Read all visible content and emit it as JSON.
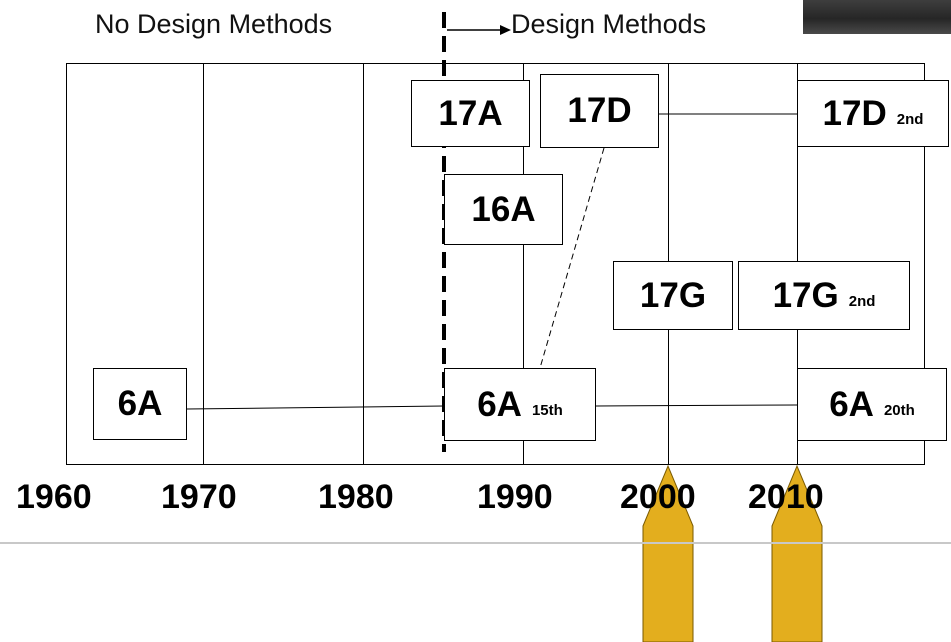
{
  "header": {
    "left_label": "No Design Methods",
    "right_label": "Design Methods"
  },
  "standards": [
    {
      "id": "17A",
      "edition": ""
    },
    {
      "id": "17D",
      "edition": ""
    },
    {
      "id": "17D",
      "edition": "2nd"
    },
    {
      "id": "16A",
      "edition": ""
    },
    {
      "id": "17G",
      "edition": ""
    },
    {
      "id": "17G",
      "edition": "2nd"
    },
    {
      "id": "6A",
      "edition": ""
    },
    {
      "id": "6A",
      "edition": "15th"
    },
    {
      "id": "6A",
      "edition": "20th"
    }
  ],
  "years": [
    "1960",
    "1970",
    "1980",
    "1990",
    "2000",
    "2010"
  ],
  "colors": {
    "arrow_fill": "#e3ae1e",
    "arrow_stroke": "#7a5a00",
    "line": "#000000"
  }
}
